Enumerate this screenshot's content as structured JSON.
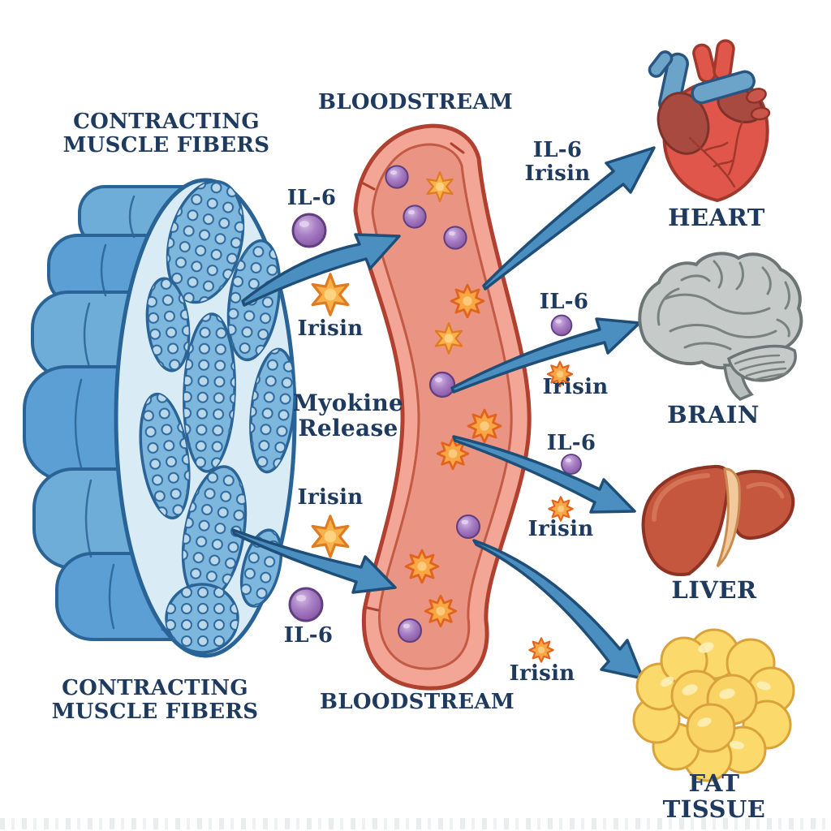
{
  "diagram": {
    "source": {
      "label_top": "CONTRACTING\nMUSCLE FIBERS",
      "label_bottom": "CONTRACTING\nMUSCLE FIBERS"
    },
    "vessel": {
      "label_top": "BLOODSTREAM",
      "label_bottom": "BLOODSTREAM"
    },
    "release": {
      "label": "Myokine\nRelease",
      "il6_top": "IL-6",
      "irisin_top": "Irisin",
      "irisin_mid": "Irisin",
      "il6_bottom": "IL-6"
    },
    "targets": [
      {
        "organ": "HEART",
        "myokines": "IL-6\nIrisin"
      },
      {
        "organ": "BRAIN",
        "il6": "IL-6",
        "irisin": "Irisin"
      },
      {
        "organ": "LIVER",
        "il6": "IL-6",
        "irisin": "Irisin"
      },
      {
        "organ": "FAT TISSUE",
        "irisin": "Irisin"
      }
    ],
    "markers": {
      "il6": "purple-sphere-icon",
      "irisin": "orange-star-icon"
    },
    "colors": {
      "label_text": "#1f3a5f",
      "arrow_fill": "#4a8fc0",
      "arrow_stroke": "#1f4e78",
      "il6_purple": "#9b6fb7",
      "irisin_orange": "#f9b24a",
      "vessel_wall": "#f3a695",
      "vessel_lumen": "#ea9583",
      "vessel_outline": "#b0402f",
      "muscle_blue": "#5b9fd4",
      "muscle_light": "#d9ecf6",
      "heart_red": "#e0564a",
      "brain_gray": "#c6cbca",
      "liver_red": "#c4573e",
      "fat_yellow": "#fbd96a"
    }
  }
}
